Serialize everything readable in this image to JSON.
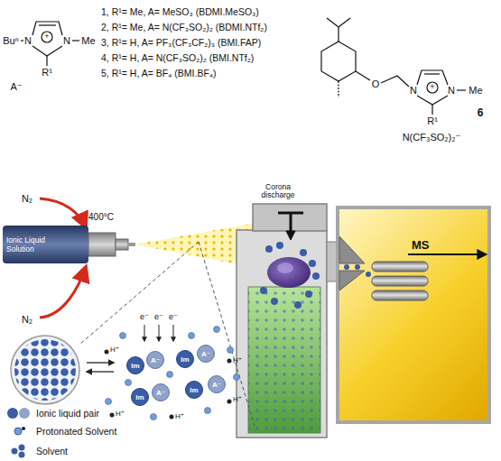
{
  "diagram": {
    "nodes": [
      {
        "text": [
          "Ionic Liquid Solution"
        ]
      },
      {
        "text": [
          "MS"
        ]
      },
      {
        "text": [
          "Im"
        ]
      },
      {
        "text": [
          "A⁻"
        ]
      },
      {
        "text": [
          "Im"
        ]
      },
      {
        "text": [
          "A⁻"
        ]
      },
      {
        "text": [
          "Im"
        ]
      },
      {
        "text": [
          "A⁻"
        ]
      },
      {
        "text": [
          "Im"
        ]
      },
      {
        "text": [
          "A⁻"
        ]
      }
    ],
    "labels": [
      "Buⁿ",
      "N",
      "N",
      "Me",
      "R¹",
      "A⁻",
      "+",
      "1, R¹= Me, A= MeSO₃ (BDMI.MeSO₃)",
      "2, R¹= Me, A= N(CF₃SO₂)₂ (BDMI.NTf₂)",
      "3, R¹= H, A= PF₃(CF₃CF₂)₃ (BMI.FAP)",
      "4, R¹= H, A= N(CF₃SO₂)₂ (BMI.NTf₂)",
      "5, R¹= H, A= BF₄ (BMI.BF₄)",
      "O",
      "N",
      "N",
      "Me",
      "R¹",
      "N(CF₃SO₂)₂⁻",
      "6",
      "+",
      "N₂",
      "N₂",
      "400°C",
      "Corona discharge",
      "e⁻",
      "e⁻",
      "e⁻",
      "H⁺",
      "H⁺",
      "H⁺",
      "H⁺",
      "H⁺"
    ],
    "legend": [
      {
        "text": "Ionic liquid pair"
      },
      {
        "text": "Protonated Solvent"
      },
      {
        "text": "Solvent"
      }
    ]
  }
}
